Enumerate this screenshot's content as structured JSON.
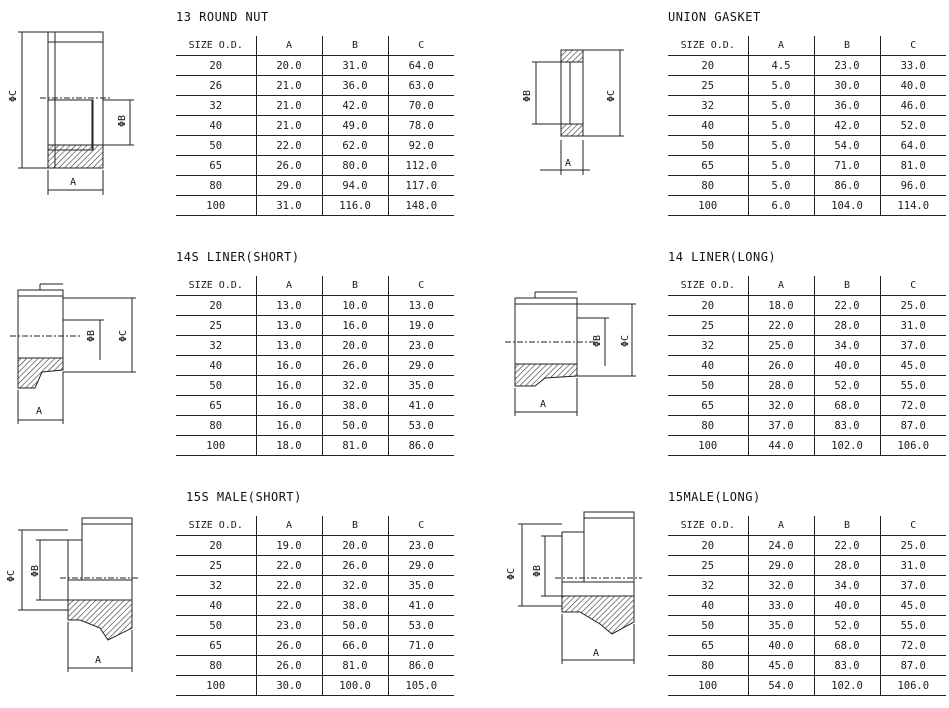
{
  "sections": [
    {
      "id": "round-nut",
      "title": "13 ROUND NUT",
      "headers": [
        "SIZE O.D.",
        "A",
        "B",
        "C"
      ],
      "rows": [
        [
          "20",
          "20.0",
          "31.0",
          "64.0"
        ],
        [
          "26",
          "21.0",
          "36.0",
          "63.0"
        ],
        [
          "32",
          "21.0",
          "42.0",
          "70.0"
        ],
        [
          "40",
          "21.0",
          "49.0",
          "78.0"
        ],
        [
          "50",
          "22.0",
          "62.0",
          "92.0"
        ],
        [
          "65",
          "26.0",
          "80.0",
          "112.0"
        ],
        [
          "80",
          "29.0",
          "94.0",
          "117.0"
        ],
        [
          "100",
          "31.0",
          "116.0",
          "148.0"
        ]
      ],
      "labels": [
        "ΦC",
        "ΦB",
        "A"
      ]
    },
    {
      "id": "union-gasket",
      "title": "UNION GASKET",
      "headers": [
        "SIZE O.D.",
        "A",
        "B",
        "C"
      ],
      "rows": [
        [
          "20",
          "4.5",
          "23.0",
          "33.0"
        ],
        [
          "25",
          "5.0",
          "30.0",
          "40.0"
        ],
        [
          "32",
          "5.0",
          "36.0",
          "46.0"
        ],
        [
          "40",
          "5.0",
          "42.0",
          "52.0"
        ],
        [
          "50",
          "5.0",
          "54.0",
          "64.0"
        ],
        [
          "65",
          "5.0",
          "71.0",
          "81.0"
        ],
        [
          "80",
          "5.0",
          "86.0",
          "96.0"
        ],
        [
          "100",
          "6.0",
          "104.0",
          "114.0"
        ]
      ],
      "labels": [
        "ΦB",
        "ΦC",
        "A"
      ]
    },
    {
      "id": "liner-short",
      "title": "14S LINER(SHORT)",
      "headers": [
        "SIZE O.D.",
        "A",
        "B",
        "C"
      ],
      "rows": [
        [
          "20",
          "13.0",
          "10.0",
          "13.0"
        ],
        [
          "25",
          "13.0",
          "16.0",
          "19.0"
        ],
        [
          "32",
          "13.0",
          "20.0",
          "23.0"
        ],
        [
          "40",
          "16.0",
          "26.0",
          "29.0"
        ],
        [
          "50",
          "16.0",
          "32.0",
          "35.0"
        ],
        [
          "65",
          "16.0",
          "38.0",
          "41.0"
        ],
        [
          "80",
          "16.0",
          "50.0",
          "53.0"
        ],
        [
          "100",
          "18.0",
          "81.0",
          "86.0"
        ]
      ],
      "labels": [
        "ΦB",
        "ΦC",
        "A"
      ]
    },
    {
      "id": "liner-long",
      "title": "14 LINER(LONG)",
      "headers": [
        "SIZE O.D.",
        "A",
        "B",
        "C"
      ],
      "rows": [
        [
          "20",
          "18.0",
          "22.0",
          "25.0"
        ],
        [
          "25",
          "22.0",
          "28.0",
          "31.0"
        ],
        [
          "32",
          "25.0",
          "34.0",
          "37.0"
        ],
        [
          "40",
          "26.0",
          "40.0",
          "45.0"
        ],
        [
          "50",
          "28.0",
          "52.0",
          "55.0"
        ],
        [
          "65",
          "32.0",
          "68.0",
          "72.0"
        ],
        [
          "80",
          "37.0",
          "83.0",
          "87.0"
        ],
        [
          "100",
          "44.0",
          "102.0",
          "106.0"
        ]
      ],
      "labels": [
        "ΦB",
        "ΦC",
        "A"
      ]
    },
    {
      "id": "male-short",
      "title": "15S MALE(SHORT)",
      "headers": [
        "SIZE O.D.",
        "A",
        "B",
        "C"
      ],
      "rows": [
        [
          "20",
          "19.0",
          "20.0",
          "23.0"
        ],
        [
          "25",
          "22.0",
          "26.0",
          "29.0"
        ],
        [
          "32",
          "22.0",
          "32.0",
          "35.0"
        ],
        [
          "40",
          "22.0",
          "38.0",
          "41.0"
        ],
        [
          "50",
          "23.0",
          "50.0",
          "53.0"
        ],
        [
          "65",
          "26.0",
          "66.0",
          "71.0"
        ],
        [
          "80",
          "26.0",
          "81.0",
          "86.0"
        ],
        [
          "100",
          "30.0",
          "100.0",
          "105.0"
        ]
      ],
      "labels": [
        "ΦC",
        "ΦB",
        "A"
      ]
    },
    {
      "id": "male-long",
      "title": "15MALE(LONG)",
      "headers": [
        "SIZE O.D.",
        "A",
        "B",
        "C"
      ],
      "rows": [
        [
          "20",
          "24.0",
          "22.0",
          "25.0"
        ],
        [
          "25",
          "29.0",
          "28.0",
          "31.0"
        ],
        [
          "32",
          "32.0",
          "34.0",
          "37.0"
        ],
        [
          "40",
          "33.0",
          "40.0",
          "45.0"
        ],
        [
          "50",
          "35.0",
          "52.0",
          "55.0"
        ],
        [
          "65",
          "40.0",
          "68.0",
          "72.0"
        ],
        [
          "80",
          "45.0",
          "83.0",
          "87.0"
        ],
        [
          "100",
          "54.0",
          "102.0",
          "106.0"
        ]
      ],
      "labels": [
        "ΦC",
        "ΦB",
        "A"
      ]
    }
  ]
}
